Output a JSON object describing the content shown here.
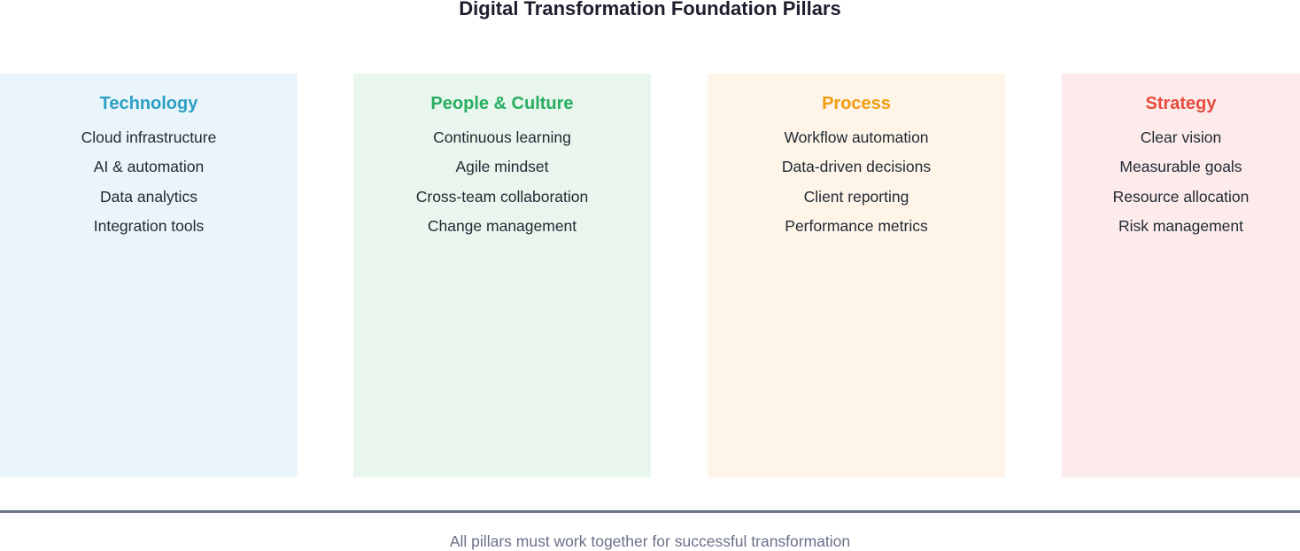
{
  "title": "Digital Transformation Foundation Pillars",
  "pillars": [
    {
      "name": "Technology",
      "color": "#2a9fc4",
      "background": "#e9f5fa",
      "items": [
        "Cloud infrastructure",
        "AI & automation",
        "Data analytics",
        "Integration tools"
      ]
    },
    {
      "name": "People & Culture",
      "color": "#27ae60",
      "background": "#e9f6ee",
      "items": [
        "Continuous learning",
        "Agile mindset",
        "Cross-team collaboration",
        "Change management"
      ]
    },
    {
      "name": "Process",
      "color": "#f39c12",
      "background": "#fef4e8",
      "items": [
        "Workflow automation",
        "Data-driven decisions",
        "Client reporting",
        "Performance metrics"
      ]
    },
    {
      "name": "Strategy",
      "color": "#e74c3c",
      "background": "#fdebeb",
      "items": [
        "Clear vision",
        "Measurable goals",
        "Resource allocation",
        "Risk management"
      ]
    }
  ],
  "footer": "All pillars must work together for successful transformation",
  "divider_color": "#6b7385"
}
